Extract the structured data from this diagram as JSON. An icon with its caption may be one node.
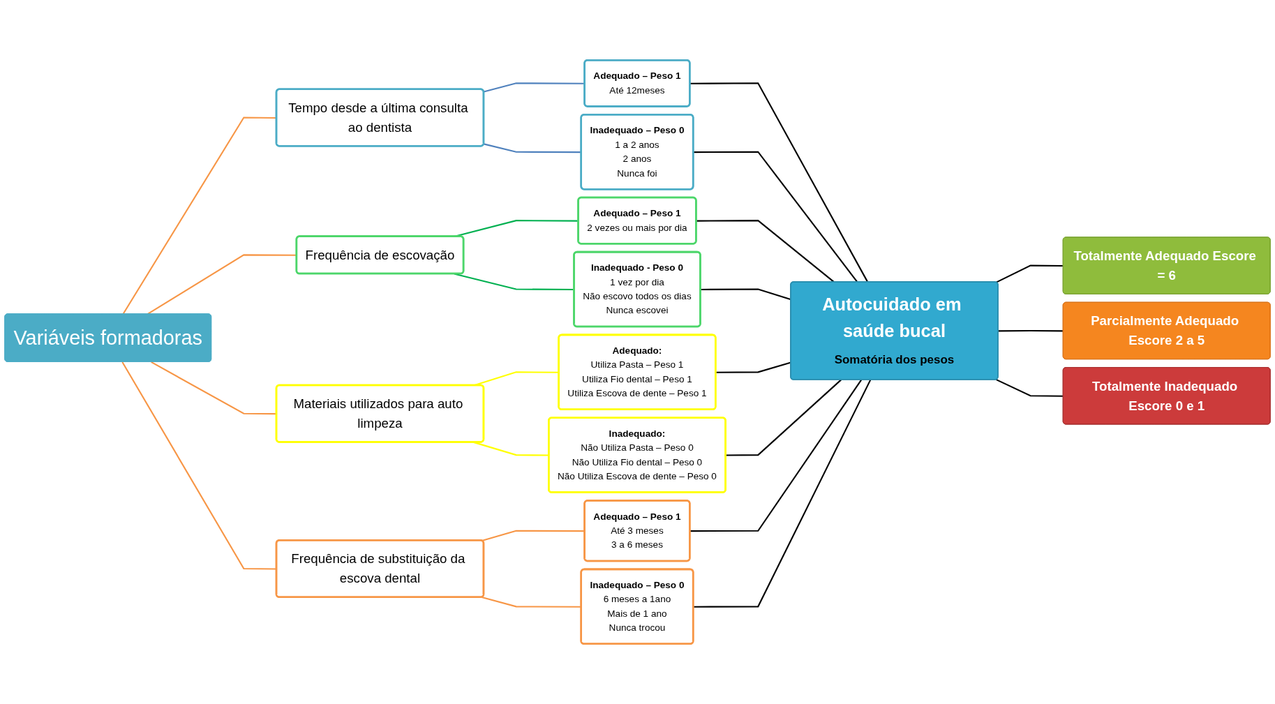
{
  "diagram": {
    "nodes": [
      {
        "text": [
          "Variáveis formadoras"
        ]
      },
      {
        "text": [
          "Tempo desde a última consulta ao dentista"
        ]
      },
      {
        "text": [
          "Frequência de escovação"
        ]
      },
      {
        "text": [
          "Materiais utilizados para auto limpeza"
        ]
      },
      {
        "text": [
          "Frequência de substituição da escova dental"
        ]
      },
      {
        "text": [
          "Adequado – Peso 1",
          "Até 12meses"
        ]
      },
      {
        "text": [
          "Inadequado – Peso 0",
          "1 a 2 anos",
          "2 anos",
          "Nunca foi"
        ]
      },
      {
        "text": [
          "Adequado – Peso 1",
          "2 vezes ou mais por dia"
        ]
      },
      {
        "text": [
          "Inadequado - Peso 0",
          "1 vez por dia",
          "Não escovo todos os dias",
          "Nunca escovei"
        ]
      },
      {
        "text": [
          "Adequado:",
          "Utiliza Pasta – Peso 1",
          "Utiliza Fio dental – Peso 1",
          "Utiliza Escova de dente – Peso 1"
        ]
      },
      {
        "text": [
          "Inadequado:",
          "Não Utiliza Pasta – Peso 0",
          "Não Utiliza Fio dental – Peso 0",
          "Não Utiliza Escova de dente – Peso 0"
        ]
      },
      {
        "text": [
          "Adequado – Peso 1",
          "Até 3 meses",
          "3 a 6 meses"
        ]
      },
      {
        "text": [
          "Inadequado – Peso 0",
          "6 meses a 1ano",
          "Mais de 1 ano",
          "Nunca trocou"
        ]
      },
      {
        "text": [
          "Autocuidado em saúde bucal",
          "Somatória dos pesos"
        ]
      },
      {
        "text": [
          "Totalmente Adequado Escore = 6"
        ]
      },
      {
        "text": [
          "Parcialmente Adequado Escore 2 a 5"
        ]
      },
      {
        "text": [
          "Totalmente Inadequado Escore 0 e 1"
        ]
      }
    ],
    "edges": [
      {
        "from": 0,
        "to": 1,
        "arrow": "none",
        "color": "#f79646"
      },
      {
        "from": 0,
        "to": 2,
        "arrow": "none",
        "color": "#f79646"
      },
      {
        "from": 0,
        "to": 3,
        "arrow": "none",
        "color": "#f79646"
      },
      {
        "from": 0,
        "to": 4,
        "arrow": "none",
        "color": "#f79646"
      },
      {
        "from": 1,
        "to": 5,
        "arrow": "none",
        "color": "#4f81bd"
      },
      {
        "from": 1,
        "to": 6,
        "arrow": "none",
        "color": "#4f81bd"
      },
      {
        "from": 2,
        "to": 7,
        "arrow": "none",
        "color": "#00b050"
      },
      {
        "from": 2,
        "to": 8,
        "arrow": "none",
        "color": "#00b050"
      },
      {
        "from": 3,
        "to": 9,
        "arrow": "none",
        "color": "#ffff00"
      },
      {
        "from": 3,
        "to": 10,
        "arrow": "none",
        "color": "#ffff00"
      },
      {
        "from": 4,
        "to": 11,
        "arrow": "none",
        "color": "#f79646"
      },
      {
        "from": 4,
        "to": 12,
        "arrow": "none",
        "color": "#f79646"
      },
      {
        "from": 5,
        "to": 13,
        "arrow": "none"
      },
      {
        "from": 6,
        "to": 13,
        "arrow": "none"
      },
      {
        "from": 7,
        "to": 13,
        "arrow": "none"
      },
      {
        "from": 8,
        "to": 13,
        "arrow": "none"
      },
      {
        "from": 9,
        "to": 13,
        "arrow": "none"
      },
      {
        "from": 10,
        "to": 13,
        "arrow": "none"
      },
      {
        "from": 11,
        "to": 13,
        "arrow": "none"
      },
      {
        "from": 12,
        "to": 13,
        "arrow": "none"
      },
      {
        "from": 13,
        "to": 14,
        "arrow": "none"
      },
      {
        "from": 13,
        "to": 15,
        "arrow": "none"
      },
      {
        "from": 13,
        "to": 16,
        "arrow": "none"
      }
    ]
  }
}
